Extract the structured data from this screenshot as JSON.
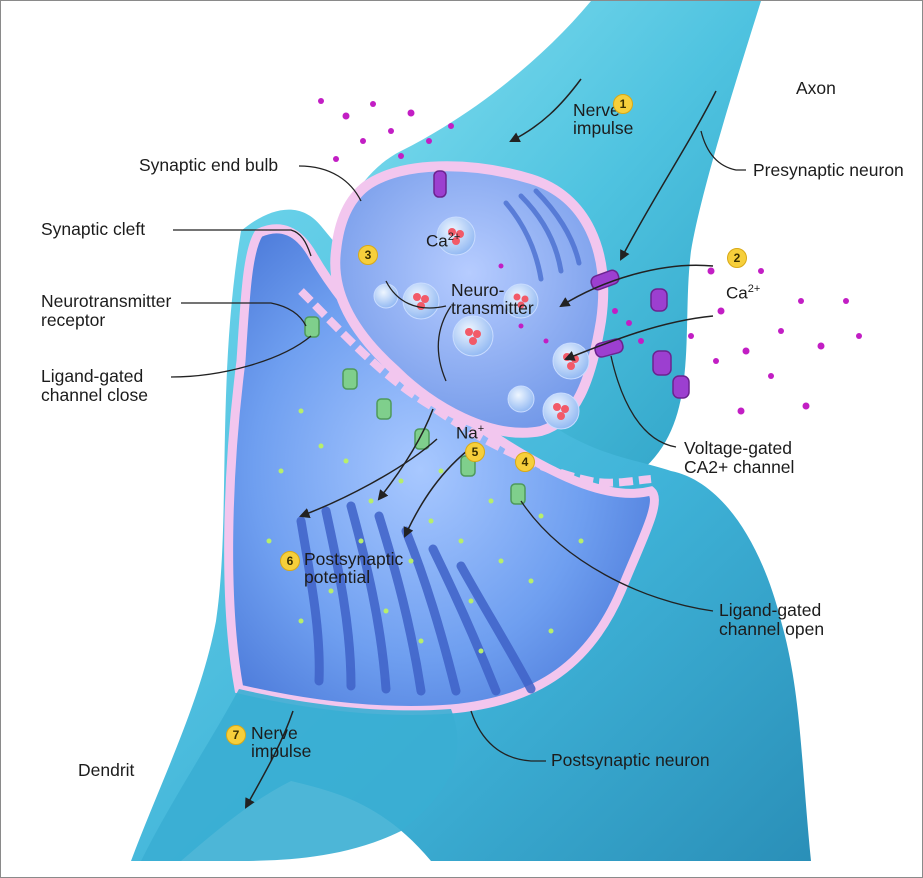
{
  "labels": {
    "axon": "Axon",
    "nerve_impulse_in": "Nerve\nimpulse",
    "presynaptic_neuron": "Presynaptic neuron",
    "synaptic_end_bulb": "Synaptic end bulb",
    "synaptic_cleft": "Synaptic cleft",
    "neurotransmitter_receptor": "Neurotransmitter\nreceptor",
    "ligand_gated_close": "Ligand-gated\nchannel close",
    "neurotransmitter": "Neuro-\ntransmitter",
    "voltage_gated": "Voltage-gated\nCA2+ channel",
    "ligand_gated_open": "Ligand-gated\nchannel open",
    "postsynaptic_potential": "Postsynaptic\npotential",
    "nerve_impulse_out": "Nerve\nimpulse",
    "postsynaptic_neuron": "Postsynaptic neuron",
    "dendrit": "Dendrit"
  },
  "ions": {
    "ca_inside": "Ca",
    "ca_inside_charge": "2+",
    "ca_outside": "Ca",
    "ca_outside_charge": "2+",
    "na": "Na",
    "na_charge": "+"
  },
  "steps": [
    "1",
    "2",
    "3",
    "4",
    "5",
    "6",
    "7"
  ],
  "colors": {
    "badge": "#f6cf3b",
    "membrane": "#f2c6ee",
    "neuron_body": "#4fc3e0",
    "cell_interior": "#6f9ff0",
    "calcium_ion": "#c21ec4",
    "vesicle_content": "#f25a68",
    "sodium_ion": "#b7ef6a",
    "channel_protein": "#9c3fd0"
  }
}
